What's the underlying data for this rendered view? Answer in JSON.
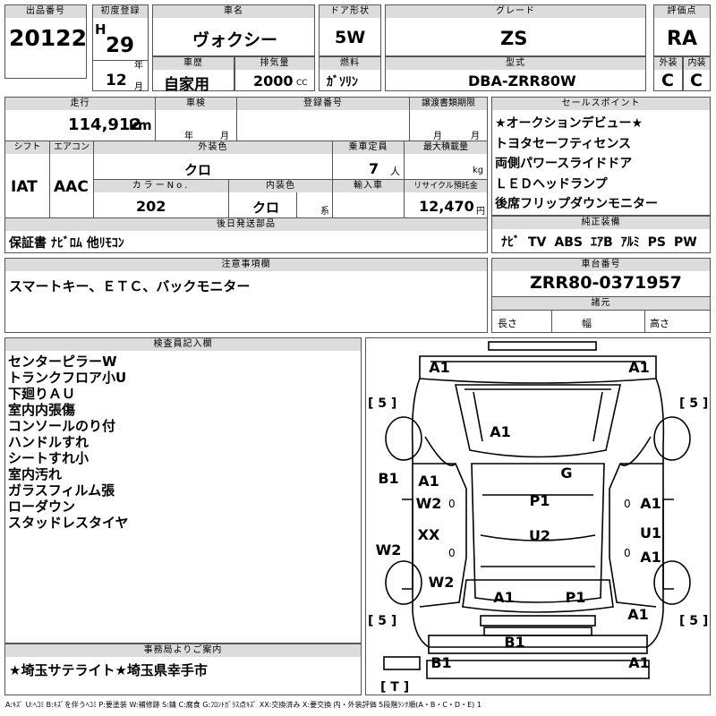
{
  "labels": {
    "lot_no": "出品番号",
    "first_reg": "初度登録",
    "car_name": "車名",
    "door": "ドア形状",
    "grade": "グレード",
    "score": "評価点",
    "year_unit": "年",
    "month_unit": "月",
    "history": "車歴",
    "displacement": "排気量",
    "fuel": "燃料",
    "model": "型式",
    "exterior": "外装",
    "interior": "内装",
    "mileage": "走行",
    "inspection": "車検",
    "registration_no": "登録番号",
    "transfer_deadline": "譲渡書類期限",
    "sales_point": "セールスポイント",
    "shift": "シフト",
    "aircon": "エアコン",
    "ext_color": "外装色",
    "capacity": "乗車定員",
    "max_load": "最大積載量",
    "color_no": "カラーNo.",
    "int_color": "内装色",
    "import": "輸入車",
    "recycle": "リサイクル預託金",
    "later_parts": "後日発送部品",
    "genuine_equipment": "純正装備",
    "notes": "注意事項欄",
    "chassis_no": "車台番号",
    "specs": "諸元",
    "length": "長さ",
    "width": "幅",
    "height": "高さ",
    "inspector": "検査員記入欄",
    "office_notice": "事務局よりご案内",
    "km_unit": "km",
    "cc_unit": "CC",
    "person_unit": "人",
    "kg_unit": "kg",
    "yen_unit": "円",
    "kei_unit": "系",
    "year_short": "年",
    "month_short": "月"
  },
  "vehicle": {
    "lot_no": "20122",
    "era": "H",
    "year": "29",
    "month": "12",
    "name": "ヴォクシー",
    "door": "5W",
    "grade": "ZS",
    "score": "RA",
    "history": "自家用",
    "displacement": "2000",
    "fuel": "ｶﾞｿﾘﾝ",
    "model": "DBA-ZRR80W",
    "ext_grade": "C",
    "int_grade": "C",
    "mileage": "114,912",
    "shift": "IAT",
    "aircon": "AAC",
    "ext_color": "クロ",
    "capacity": "7",
    "color_no": "202",
    "int_color": "クロ",
    "recycle": "12,470",
    "chassis_no": "ZRR80-0371957"
  },
  "sales_points": [
    "★オークションデビュー★",
    "トヨタセーフティセンス",
    "両側パワースライドドア",
    "ＬＥＤヘッドランプ",
    "後席フリップダウンモニター"
  ],
  "later_parts": "保証書 ﾅﾋﾞﾛﾑ 他ﾘﾓｺﾝ",
  "genuine_equipment": [
    "ﾅﾋﾞ",
    "TV",
    "ABS",
    "ｴｱB",
    "ｱﾙﾐ",
    "PS",
    "PW"
  ],
  "notes": "スマートキー、ＥＴＣ、バックモニター",
  "inspector_notes": [
    "センターピラーW",
    "トランクフロア小U",
    "下廻りＡＵ",
    "室内内張傷",
    "コンソールのり付",
    "ハンドルすれ",
    "シートすれ小",
    "室内汚れ",
    "ガラスフィルム張",
    "ローダウン",
    "スタッドレスタイヤ"
  ],
  "office_notice": "★埼玉サテライト★埼玉県幸手市",
  "legend": "A:ｷｽﾞ U:ﾍｺﾐ B:ｷｽﾞを伴うﾍｺﾐ P:要塗装 W:補修跡 S:錆 C:腐食 G:ﾌﾛﾝﾄｶﾞﾗｽ点ｷｽﾞ XX:交換済み X:要交換 内・外装評価 5段階ﾗﾝｸ順(A・B・C・D・E) 1",
  "diagram": {
    "tire_marks": [
      "[ 5 ]",
      "[ 5 ]",
      "[ 5 ]",
      "[ 5 ]",
      "[ T ]"
    ],
    "zero_mark": "0",
    "marks": {
      "front_left": "A1",
      "front_right": "A1",
      "hood": "A1",
      "glass": "G",
      "fender_left": "B1",
      "door_left_upper": "A1",
      "door_left_w2": "W2",
      "door_left_xx": "XX",
      "pillar_left": "W2",
      "slide_left": "W2",
      "roof": "P1",
      "floor": "U2",
      "door_right_upper": "A1",
      "door_right_u1": "U1",
      "door_right_a1": "A1",
      "rear_left": "A1",
      "rear_right": "P1",
      "quarter_right": "A1",
      "bumper_rear": "B1",
      "corner_rear_left": "B1",
      "corner_rear_right": "A1"
    }
  }
}
